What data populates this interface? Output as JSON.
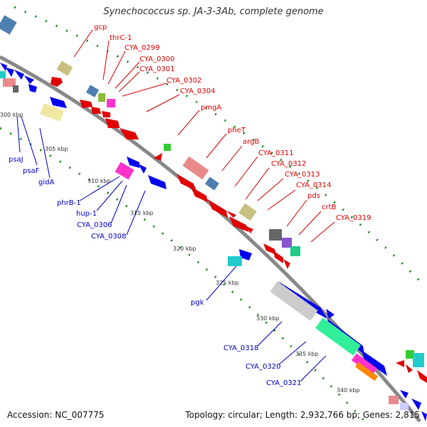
{
  "title": "Synechococcus sp. JA-3-3Ab, complete genome",
  "footer": {
    "accession": "Accession: NC_007775",
    "summary": "Topology: circular; Length: 2,932,766 bp; Genes: 2,815"
  },
  "colors": {
    "forward_label": "#e00000",
    "reverse_label": "#0000cc",
    "backbone": "#888888",
    "tick": "#1a8a1a"
  },
  "kbp_ticks": [
    "300 kbp",
    "305 kbp",
    "310 kbp",
    "315 kbp",
    "320 kbp",
    "325 kbp",
    "330 kbp",
    "335 kbp",
    "340 kbp"
  ],
  "forward_labels": [
    "gcp",
    "thrC-1",
    "CYA_0299",
    "CYA_0300",
    "CYA_0301",
    "CYA_0302",
    "CYA_0304",
    "pmgA",
    "pheT",
    "argB",
    "CYA_0311",
    "CYA_0312",
    "CYA_0313",
    "CYA_0314",
    "pds",
    "crtB",
    "CYA_0319"
  ],
  "reverse_labels": [
    "psaJ",
    "psaF",
    "gidA",
    "phrB-1",
    "hup-1",
    "CYA_0306",
    "CYA_0308",
    "pgk",
    "CYA_0318",
    "CYA_0320",
    "CYA_0321"
  ]
}
